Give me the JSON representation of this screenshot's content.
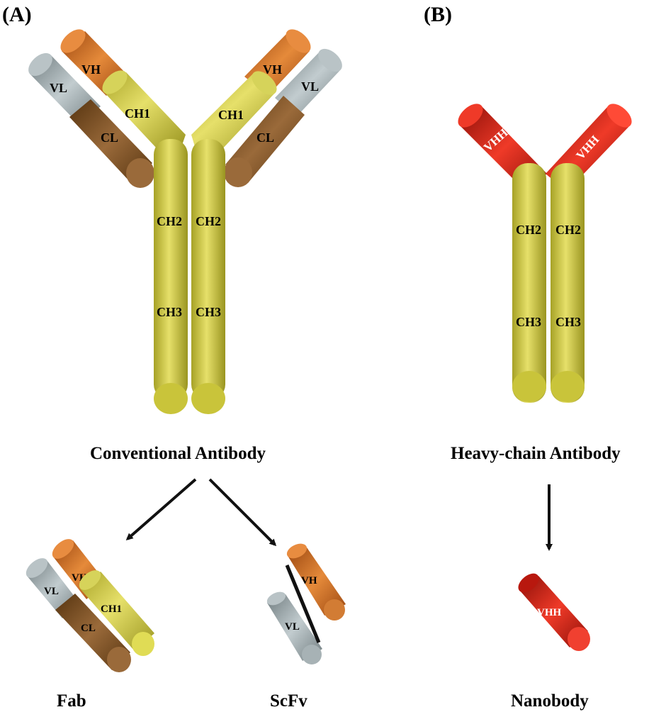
{
  "panels": {
    "a": "(A)",
    "b": "(B)"
  },
  "titles": {
    "conventional": "Conventional Antibody",
    "heavy_chain": "Heavy-chain Antibody",
    "fab": "Fab",
    "scfv": "ScFv",
    "nanobody": "Nanobody"
  },
  "domains": {
    "vh": "VH",
    "vl": "VL",
    "ch1": "CH1",
    "cl": "CL",
    "ch2": "CH2",
    "ch3": "CH3",
    "vhh": "VHH"
  },
  "colors": {
    "heavy_constant": "#c9c43a",
    "vh": "#c8661c",
    "vl": "#9aa5a8",
    "cl": "#7a5028",
    "vhh": "#d41e10",
    "linker": "#111111",
    "arrow": "#111111"
  }
}
